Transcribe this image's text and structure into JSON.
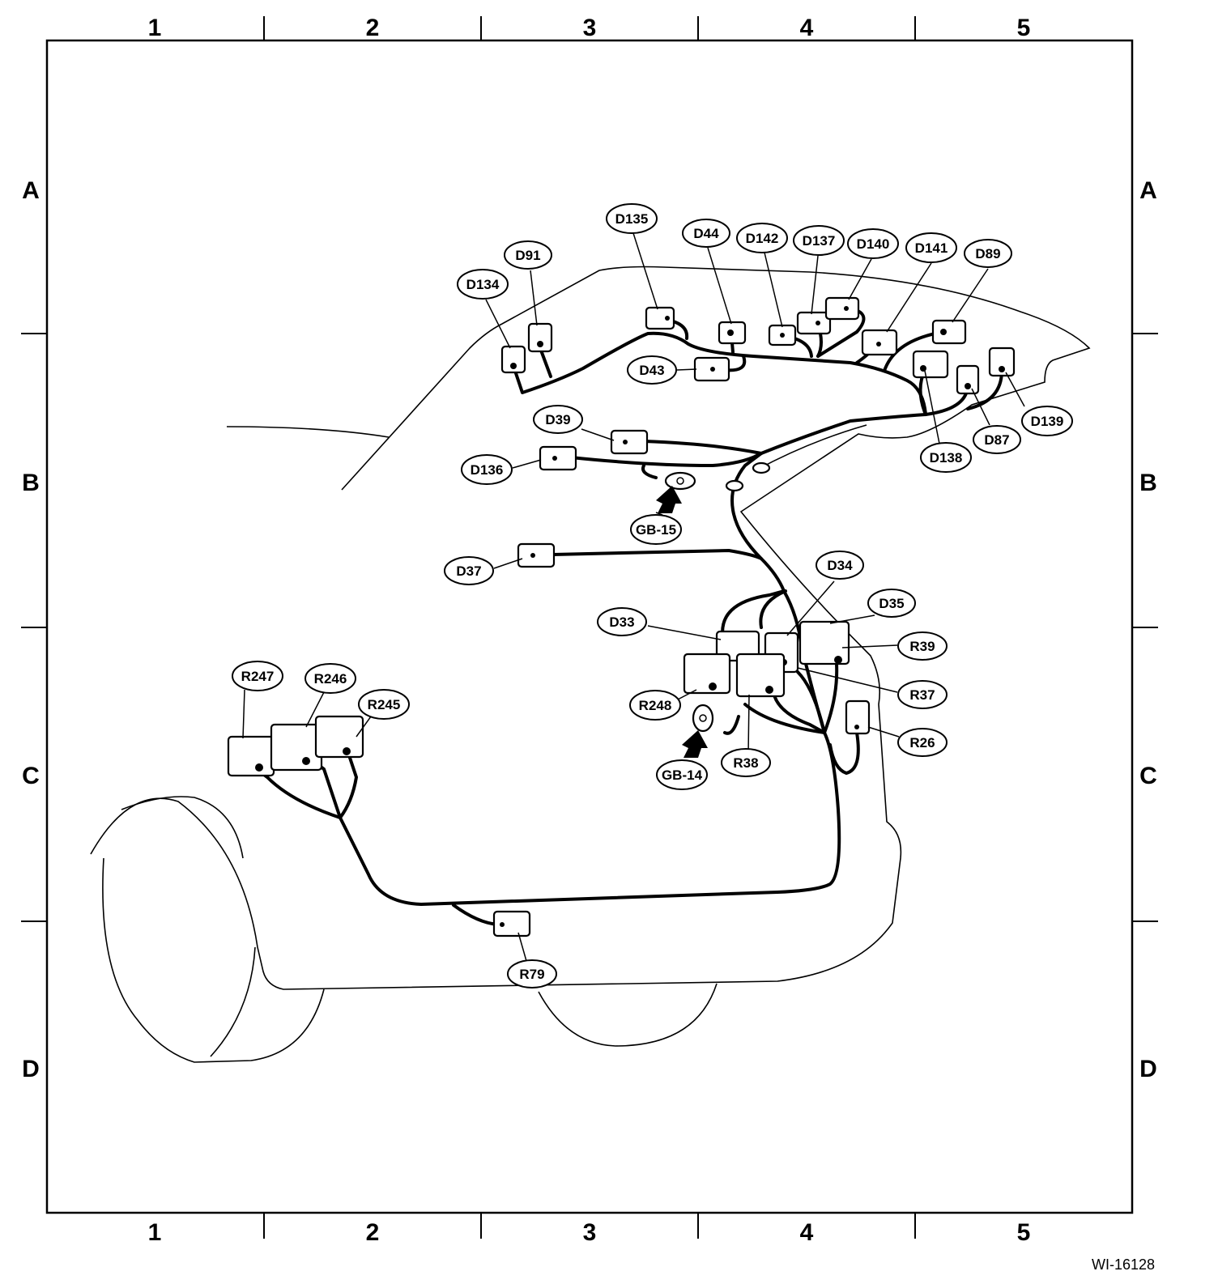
{
  "grid": {
    "columns": [
      "1",
      "2",
      "3",
      "4",
      "5"
    ],
    "rows": [
      "A",
      "B",
      "C",
      "D"
    ]
  },
  "document_id": "WI-16128",
  "connectors": {
    "D135": "D135",
    "D44": "D44",
    "D142": "D142",
    "D137": "D137",
    "D140": "D140",
    "D141": "D141",
    "D89": "D89",
    "D91": "D91",
    "D134": "D134",
    "D43": "D43",
    "D39": "D39",
    "D136": "D136",
    "D138": "D138",
    "D87": "D87",
    "D139": "D139",
    "GB15": "GB-15",
    "D37": "D37",
    "D34": "D34",
    "D35": "D35",
    "D33": "D33",
    "R39": "R39",
    "R37": "R37",
    "R248": "R248",
    "R26": "R26",
    "R38": "R38",
    "GB14": "GB-14",
    "R247": "R247",
    "R246": "R246",
    "R245": "R245",
    "R79": "R79"
  },
  "colors": {
    "line": "#000000",
    "background": "#ffffff"
  }
}
